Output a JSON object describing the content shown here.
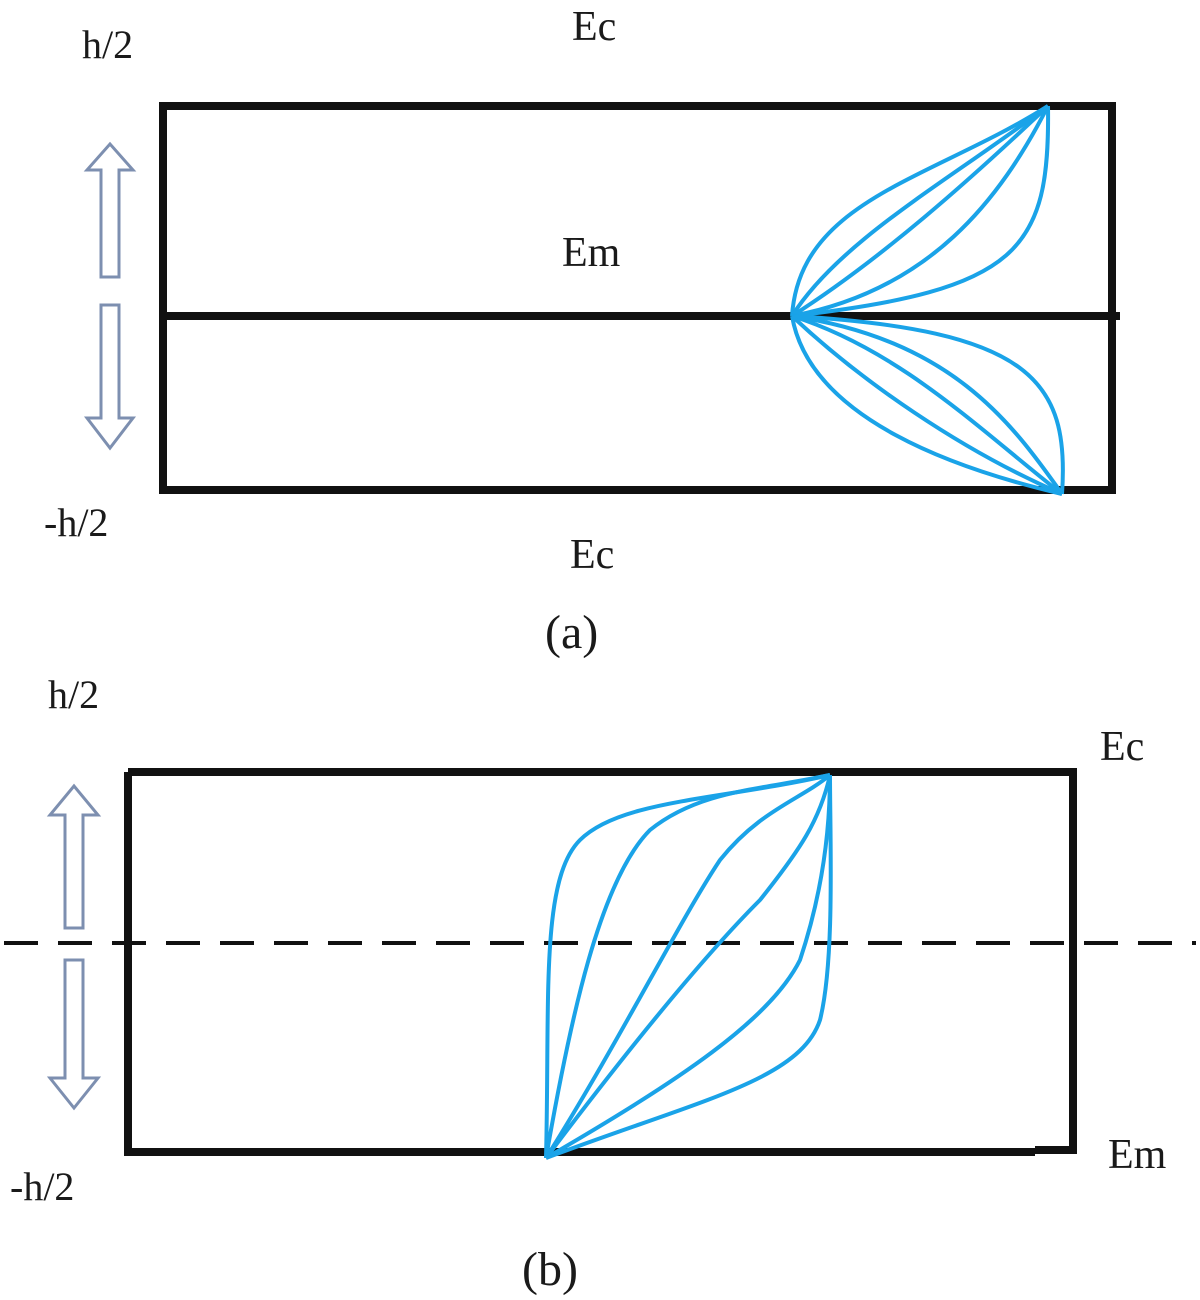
{
  "panel_a": {
    "top_label": "h/2",
    "bottom_label": "-h/2",
    "top_material": "Ec",
    "middle_material": "Em",
    "bottom_material": "Ec",
    "caption": "(a)"
  },
  "panel_b": {
    "top_label": "h/2",
    "bottom_label": "-h/2",
    "top_material": "Ec",
    "bottom_material": "Em",
    "caption": "(b)"
  },
  "colors": {
    "curve": "#1aa3e8",
    "frame": "#111111",
    "arrow": "#7d8fb0"
  },
  "icons": {
    "thickness_arrow": "double-headed-arrow"
  }
}
